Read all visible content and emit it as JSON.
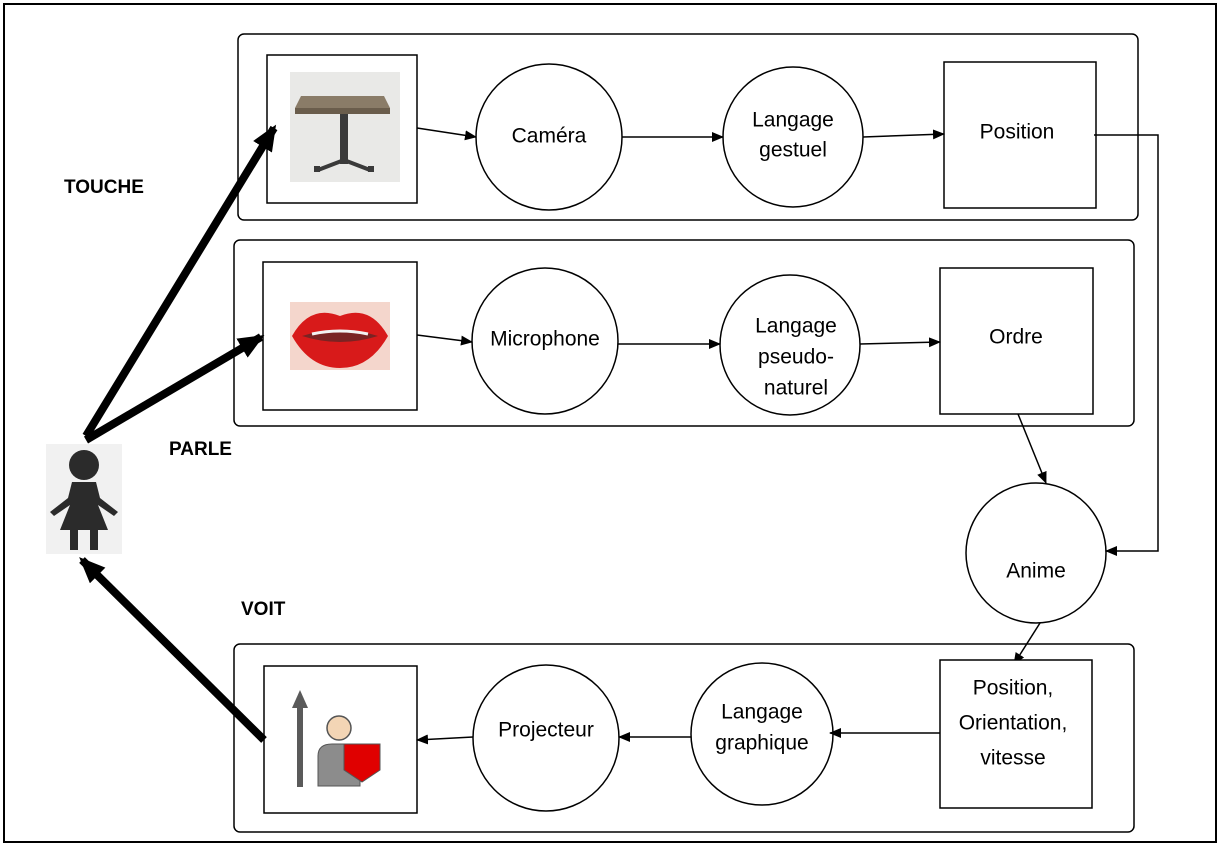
{
  "labels": {
    "touche": "TOUCHE",
    "parle": "PARLE",
    "voit": "VOIT"
  },
  "row1": {
    "camera": "Caméra",
    "langage_l1": "Langage",
    "langage_l2": "gestuel",
    "position": "Position"
  },
  "row2": {
    "microphone": "Microphone",
    "langage_l1": "Langage",
    "langage_l2": "pseudo-",
    "langage_l3": "naturel",
    "ordre": "Ordre"
  },
  "anime": "Anime",
  "row3": {
    "state_l1": "Position,",
    "state_l2": "Orientation,",
    "state_l3": "vitesse",
    "langage_l1": "Langage",
    "langage_l2": "graphique",
    "projecteur": "Projecteur"
  },
  "icons": {
    "user": "child-silhouette-icon",
    "touch": "table-icon",
    "speak": "lips-icon",
    "see": "person-projection-icon"
  },
  "colors": {
    "stroke": "#000000",
    "lips": "#d81a1a",
    "shield": "#e00000",
    "silhouette": "#2b2b2b"
  }
}
